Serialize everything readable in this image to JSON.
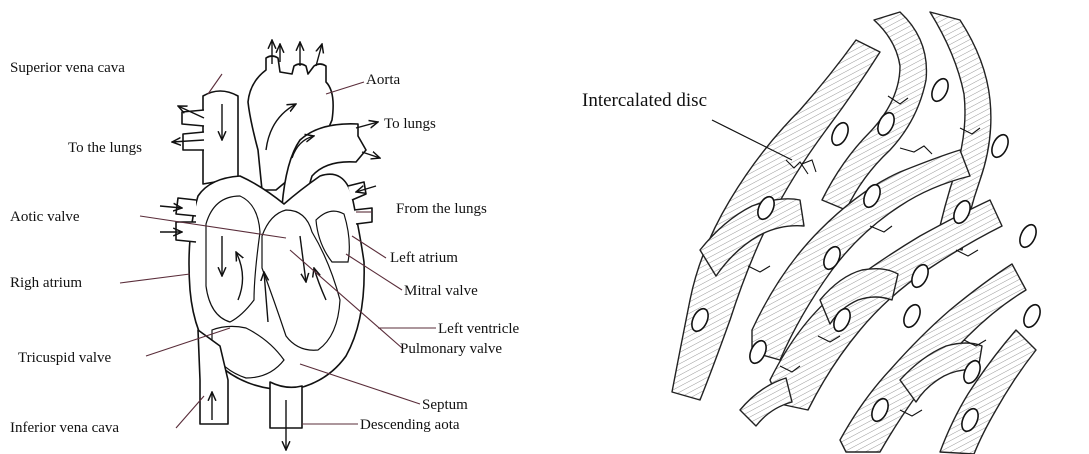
{
  "heart_diagram": {
    "labels": {
      "superior_vena_cava": "Superior vena cava",
      "aorta": "Aorta",
      "to_lungs": "To lungs",
      "to_the_lungs": "To the lungs",
      "from_the_lungs": "From the lungs",
      "aortic_valve": "Aotic valve",
      "left_atrium": "Left atrium",
      "right_atrium": "Righ atrium",
      "mitral_valve": "Mitral valve",
      "left_ventricle": "Left ventricle",
      "tricuspid_valve": "Tricuspid valve",
      "pulmonary_valve": "Pulmonary valve",
      "septum": "Septum",
      "inferior_vena_cava": "Inferior vena cava",
      "descending_aorta": "Descending aota"
    }
  },
  "muscle_diagram": {
    "labels": {
      "intercalated_disc": "Intercalated disc"
    }
  }
}
